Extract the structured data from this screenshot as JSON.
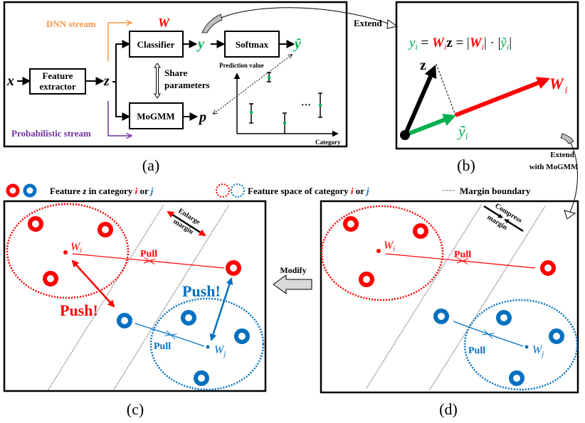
{
  "colors": {
    "red": "#ff0000",
    "blue": "#0070c0",
    "green": "#00b050",
    "orange": "#f79646",
    "purple": "#7030a0",
    "gray": "#808080"
  },
  "panel_a": {
    "label": "(a)",
    "dnn_stream": "DNN stream",
    "prob_stream": "Probabilistic stream",
    "x": "x",
    "feature_extractor": [
      "Feature",
      "extractor"
    ],
    "z": "z",
    "classifier": "Classifier",
    "W": "W",
    "mogmm": "MoGMM",
    "share": [
      "Share",
      "parameters"
    ],
    "y": "y",
    "softmax": "Softmax",
    "y_hat": "ŷ",
    "p": "p",
    "prediction_value": "Prediction value",
    "category": "Category",
    "ellipsis": "···"
  },
  "extend_label": "Extend",
  "extend_mogmm": [
    "Extend",
    "with MoGMM"
  ],
  "panel_b": {
    "label": "(b)",
    "formula": {
      "y": "y",
      "i": "i",
      "eq": " = ",
      "W": "W",
      "z": "z",
      "abs_open": "|",
      "abs_close": "|",
      "dot": " · "
    },
    "z": "z",
    "W": "W",
    "i": "i",
    "y_tilde": "ỹ"
  },
  "legend": {
    "feature": {
      "prefix": "Feature ",
      "z": "z",
      "mid": " in category ",
      "i": "i",
      "or": " or ",
      "j": "j"
    },
    "space": {
      "prefix": "Feature space of category ",
      "i": "i",
      "or": " or ",
      "j": "j"
    },
    "margin": "Margin boundary"
  },
  "panel_c": {
    "label": "(c)",
    "pull": "Pull",
    "push": "Push!",
    "margin": [
      "Enlarge",
      "margin"
    ],
    "W": "W",
    "i": "i",
    "j": "j"
  },
  "panel_d": {
    "label": "(d)",
    "pull": "Pull",
    "margin": [
      "Compress",
      "margin"
    ],
    "W": "W",
    "i": "i",
    "j": "j"
  },
  "modify": "Modify"
}
